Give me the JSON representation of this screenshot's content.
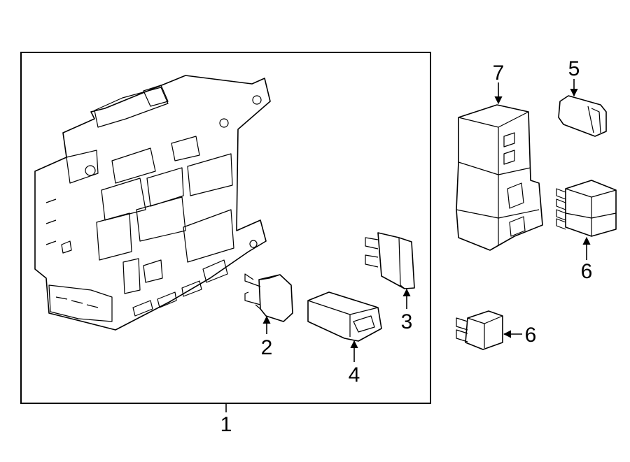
{
  "callouts": {
    "c1": "1",
    "c2": "2",
    "c3": "3",
    "c4": "4",
    "c5": "5",
    "c6a": "6",
    "c6b": "6",
    "c7": "7"
  },
  "colors": {
    "ink": "#000000",
    "paper": "#ffffff"
  }
}
